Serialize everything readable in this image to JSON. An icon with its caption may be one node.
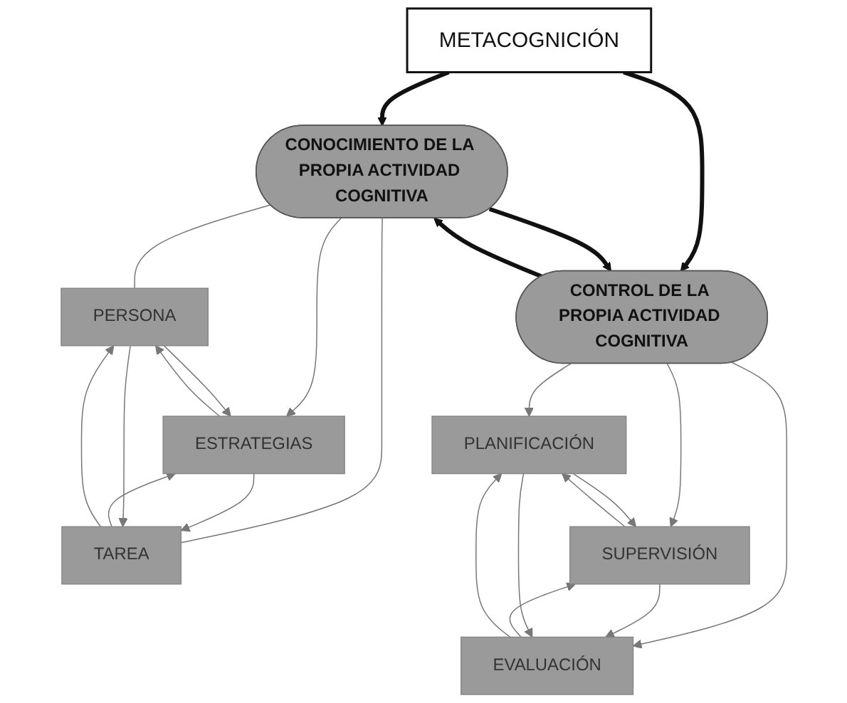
{
  "diagram": {
    "nodes": [
      {
        "text": [
          "METACOGNICIÓN"
        ]
      },
      {
        "text": [
          "CONOCIMIENTO DE LA PROPIA ACTIVIDAD COGNITIVA"
        ]
      },
      {
        "text": [
          "CONTROL DE LA PROPIA ACTIVIDAD COGNITIVA"
        ]
      },
      {
        "text": [
          "PERSONA"
        ]
      },
      {
        "text": [
          "TAREA"
        ]
      },
      {
        "text": [
          "ESTRATEGIAS"
        ]
      },
      {
        "text": [
          "PLANIFICACIÓN"
        ]
      },
      {
        "text": [
          "EVALUACIÓN"
        ]
      },
      {
        "text": [
          "SUPERVISIÓN"
        ]
      }
    ],
    "edges": [
      {
        "from": 0,
        "to": 1,
        "arrow": "to",
        "style": "thick",
        "color": "#111111"
      },
      {
        "from": 0,
        "to": 2,
        "arrow": "to",
        "style": "thick",
        "color": "#111111"
      },
      {
        "from": 1,
        "to": 2,
        "arrow": "to",
        "style": "thick",
        "color": "#111111"
      },
      {
        "from": 2,
        "to": 1,
        "arrow": "to",
        "style": "thick",
        "color": "#111111"
      },
      {
        "from": 1,
        "to": 3,
        "arrow": "none"
      },
      {
        "from": 1,
        "to": 5,
        "arrow": "to"
      },
      {
        "from": 1,
        "to": 4,
        "arrow": "none"
      },
      {
        "from": 3,
        "to": 5,
        "arrow": "to"
      },
      {
        "from": 5,
        "to": 3,
        "arrow": "to"
      },
      {
        "from": 5,
        "to": 4,
        "arrow": "to"
      },
      {
        "from": 4,
        "to": 5,
        "arrow": "to"
      },
      {
        "from": 3,
        "to": 4,
        "arrow": "to"
      },
      {
        "from": 4,
        "to": 3,
        "arrow": "to"
      },
      {
        "from": 2,
        "to": 6,
        "arrow": "to"
      },
      {
        "from": 2,
        "to": 8,
        "arrow": "to"
      },
      {
        "from": 2,
        "to": 7,
        "arrow": "to"
      },
      {
        "from": 6,
        "to": 8,
        "arrow": "to"
      },
      {
        "from": 8,
        "to": 6,
        "arrow": "to"
      },
      {
        "from": 8,
        "to": 7,
        "arrow": "to"
      },
      {
        "from": 7,
        "to": 8,
        "arrow": "to"
      },
      {
        "from": 6,
        "to": 7,
        "arrow": "to"
      },
      {
        "from": 7,
        "to": 6,
        "arrow": "to"
      }
    ]
  }
}
